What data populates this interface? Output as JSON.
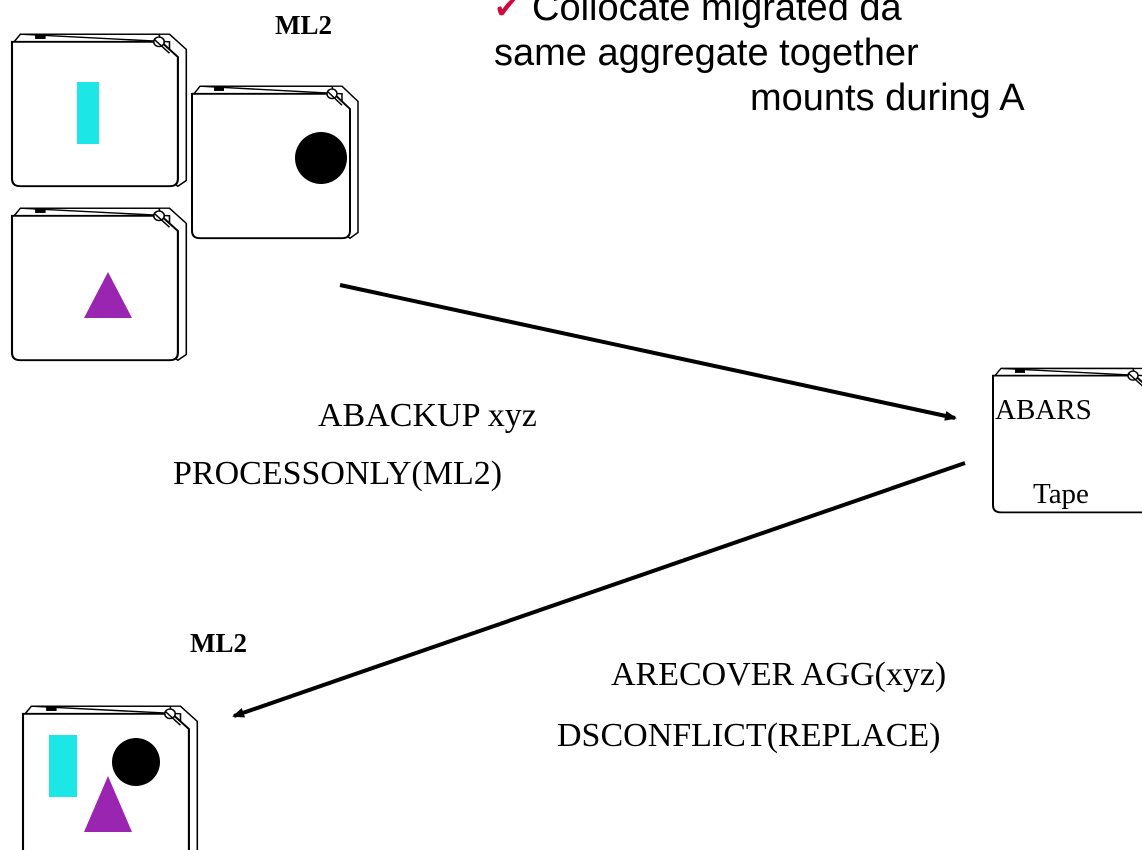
{
  "bullet": {
    "marker": "✔",
    "color": "#d10a3c",
    "lines": [
      "Collocate migrated da",
      "same aggregate together",
      "mounts during A"
    ]
  },
  "labels": {
    "ml2_top": "ML2",
    "ml2_bottom": "ML2",
    "tape_line1": "ABARS",
    "tape_line2": "Tape"
  },
  "commands": {
    "backup_line1": "ABACKUP  xyz",
    "backup_line2": "PROCESSONLY(ML2)",
    "recover_line1": "ARECOVER  AGG(xyz)",
    "recover_line2": "DSCONFLICT(REPLACE)"
  },
  "colors": {
    "cyan": "#1de6e6",
    "purple": "#9a25b0",
    "black": "#000000"
  },
  "icons": [
    "tape-cartridge-icon",
    "rectangle-icon",
    "circle-icon",
    "triangle-icon"
  ]
}
